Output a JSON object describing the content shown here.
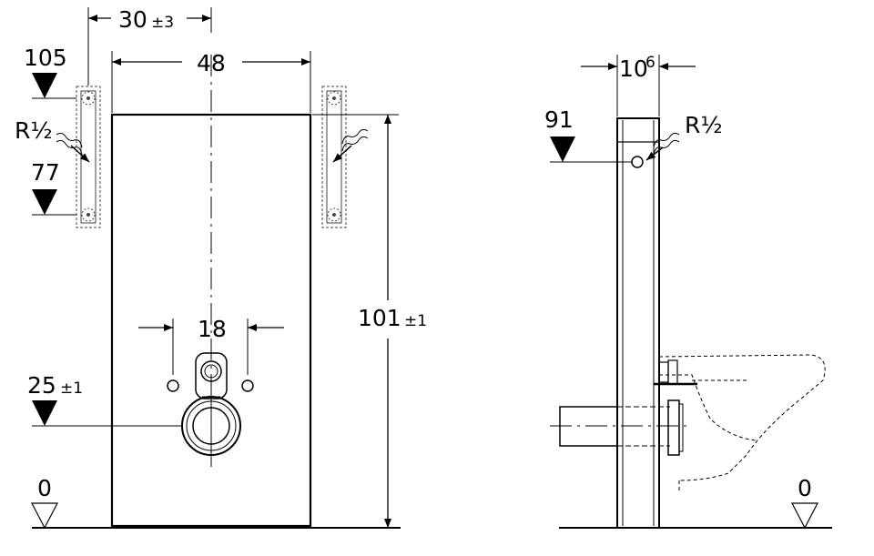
{
  "front_view": {
    "label_30": "30",
    "label_30_tol": "±3",
    "label_48": "48",
    "label_105": "105",
    "label_r_left": "R½",
    "label_77": "77",
    "label_18": "18",
    "label_25": "25",
    "label_25_tol": "±1",
    "label_0_left": "0",
    "label_101": "101",
    "label_101_tol": "±1"
  },
  "side_view": {
    "label_10": "10",
    "label_10_sup": "6",
    "label_91": "91",
    "label_r_right": "R½",
    "label_0_right": "0"
  }
}
